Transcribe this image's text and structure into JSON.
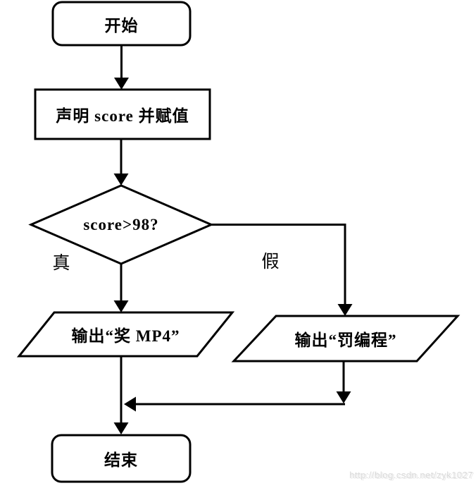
{
  "flowchart": {
    "nodes": {
      "start": "开始",
      "declare": "声明 score 并赋值",
      "decision": "score>98?",
      "output_true": "输出“奖 MP4”",
      "output_false": "输出“罚编程”",
      "end": "结束"
    },
    "branches": {
      "true_label": "真",
      "false_label": "假"
    },
    "colors": {
      "stroke": "#000000",
      "background": "#ffffff"
    }
  },
  "watermark": "http://blog.csdn.net/zyk1027"
}
